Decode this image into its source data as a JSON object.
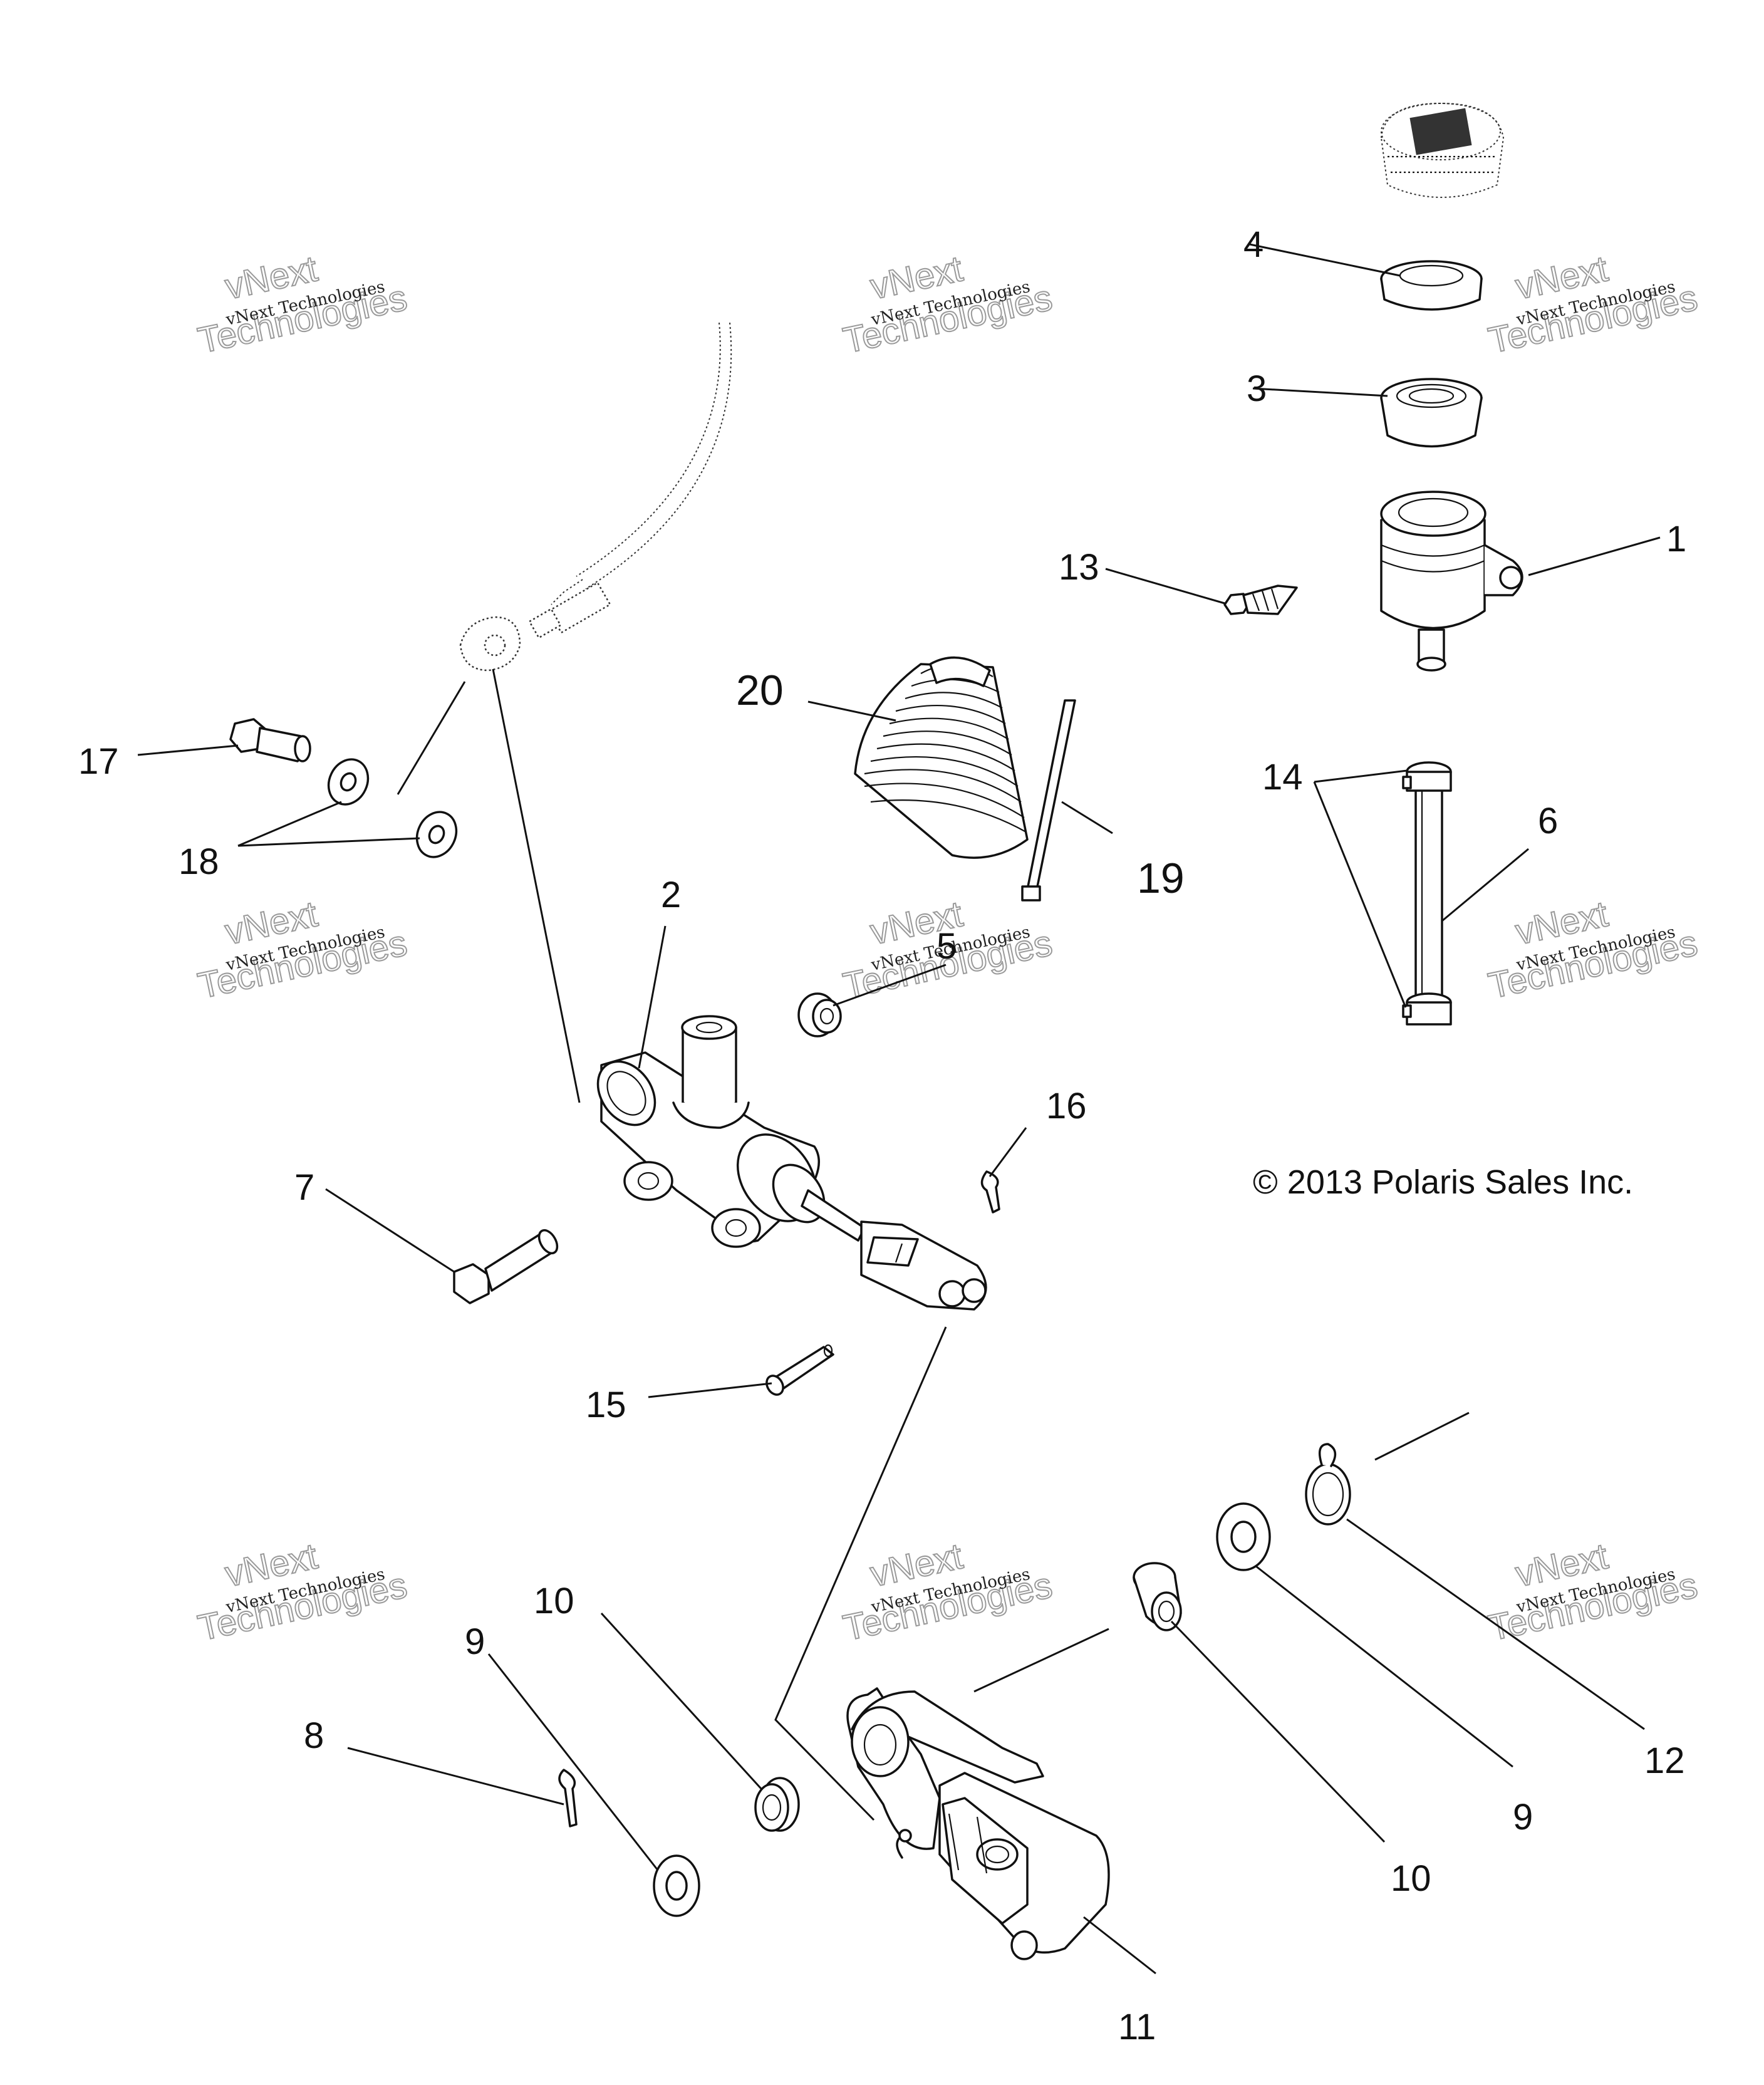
{
  "copyright": "© 2013 Polaris Sales Inc.",
  "watermark": {
    "line1": "vNext Technologies",
    "big_top": "vNext",
    "big_bottom": "Technologies"
  },
  "callouts": {
    "c1": "1",
    "c2": "2",
    "c3": "3",
    "c4": "4",
    "c5": "5",
    "c6": "6",
    "c7": "7",
    "c8": "8",
    "c9a": "9",
    "c9b": "9",
    "c10a": "10",
    "c10b": "10",
    "c11": "11",
    "c12": "12",
    "c13": "13",
    "c14": "14",
    "c15": "15",
    "c16": "16",
    "c17": "17",
    "c18": "18",
    "c19": "19",
    "c20": "20"
  },
  "parts": [
    "reservoir-cap",
    "reservoir-diaphragm",
    "reservoir-insert",
    "reservoir",
    "master-cylinder",
    "grommet",
    "reservoir-hose",
    "bolt",
    "cotter-pin",
    "washer",
    "bushing",
    "brake-pedal",
    "spring",
    "screw",
    "hose-clamp",
    "clevis-pin",
    "bolt-banjo",
    "sealing-washer",
    "push-rod",
    "boot"
  ]
}
